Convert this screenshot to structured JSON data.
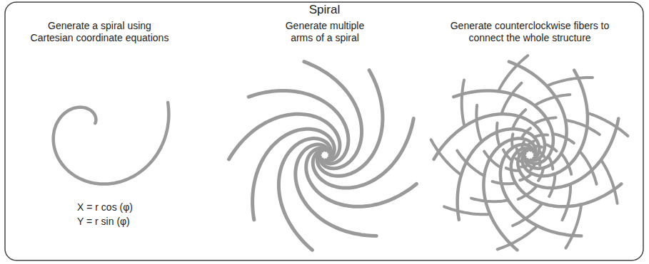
{
  "diagram": {
    "title": "Spiral",
    "labels": [
      "Generate a spiral using Cartesian coordinate equations",
      "Generate multiple arms of a spiral",
      "Generate counterclockwise fibers to connect the whole structure",
      "X = r cos (φ)",
      "Y = r sin (φ)"
    ]
  }
}
